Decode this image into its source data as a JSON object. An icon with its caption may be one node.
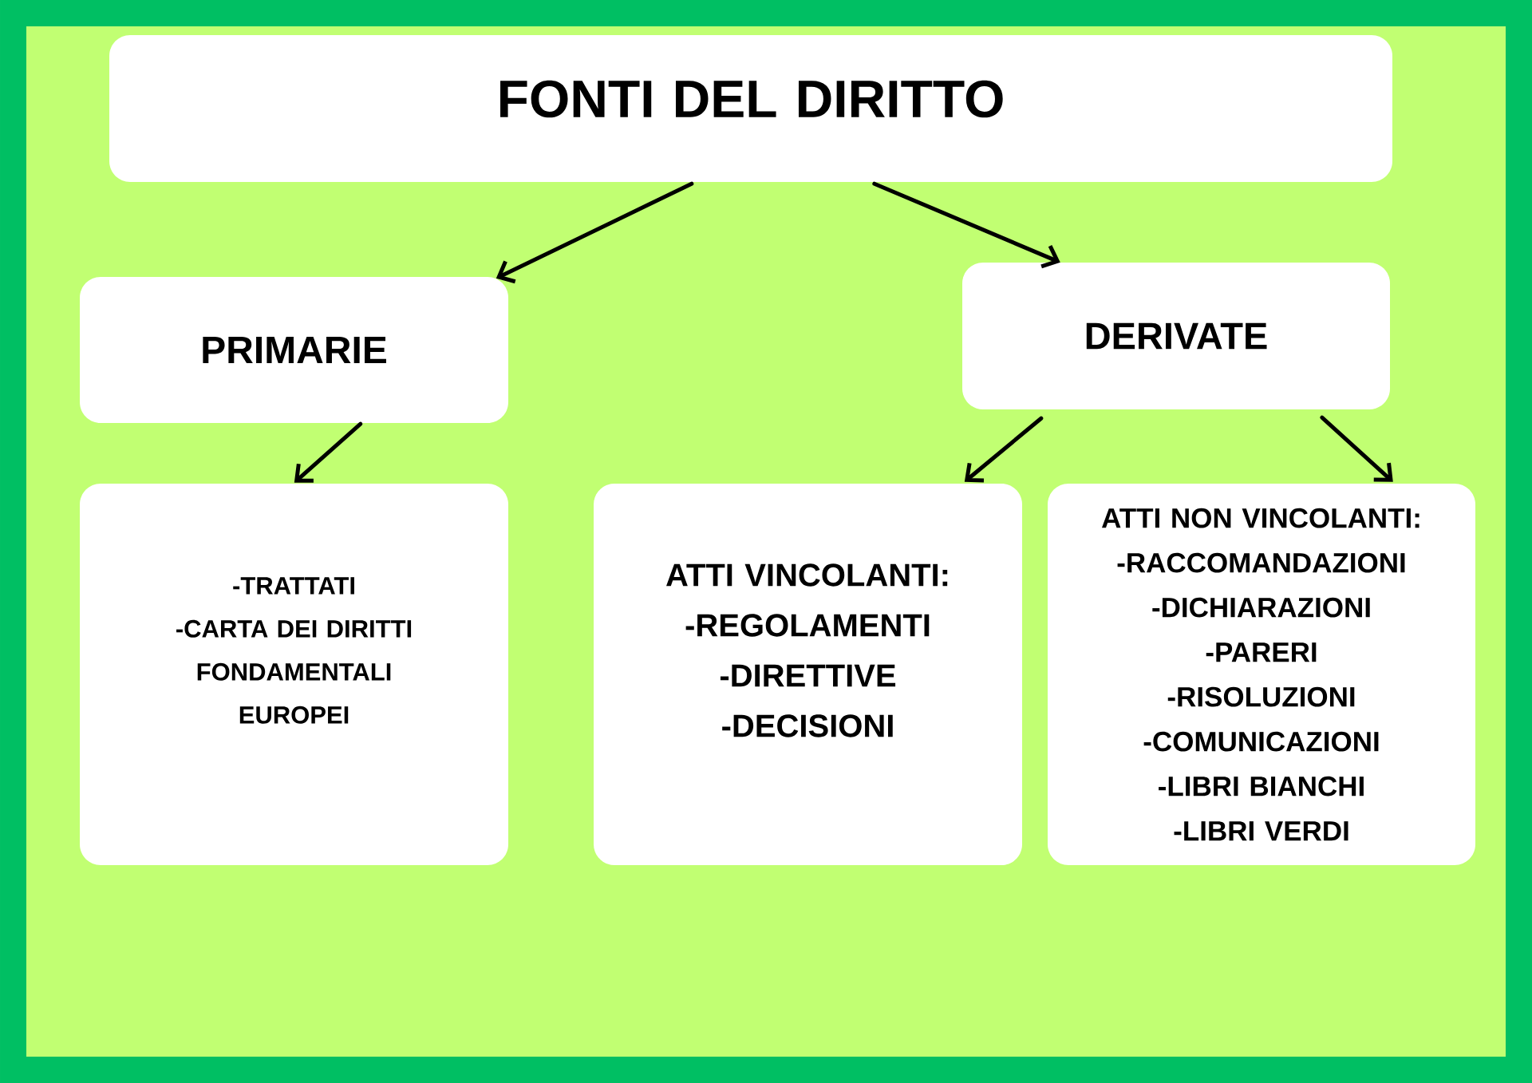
{
  "diagram": {
    "nodes": [
      {
        "text": [
          "FONTI DEL DIRITTO"
        ]
      },
      {
        "text": [
          "PRIMARIE"
        ]
      },
      {
        "text": [
          "DERIVATE"
        ]
      },
      {
        "text": [
          "-TRATTATI",
          "-CARTA DEI DIRITTI FONDAMENTALI EUROPEI"
        ]
      },
      {
        "text": [
          "ATTI VINCOLANTI:",
          "-REGOLAMENTI",
          "-DIRETTIVE",
          "-DECISIONI"
        ]
      },
      {
        "text": [
          "ATTI NON VINCOLANTI:",
          "-RACCOMANDAZIONI",
          "-DICHIARAZIONI",
          "-PARERI",
          "-RISOLUZIONI",
          "-COMUNICAZIONI",
          "-LIBRI BIANCHI",
          "-LIBRI VERDI"
        ]
      }
    ],
    "edges": [
      {
        "from": 0,
        "to": 1,
        "arrow": "to"
      },
      {
        "from": 0,
        "to": 2,
        "arrow": "to"
      },
      {
        "from": 1,
        "to": 3,
        "arrow": "to"
      },
      {
        "from": 2,
        "to": 4,
        "arrow": "to"
      },
      {
        "from": 2,
        "to": 5,
        "arrow": "to"
      }
    ]
  }
}
